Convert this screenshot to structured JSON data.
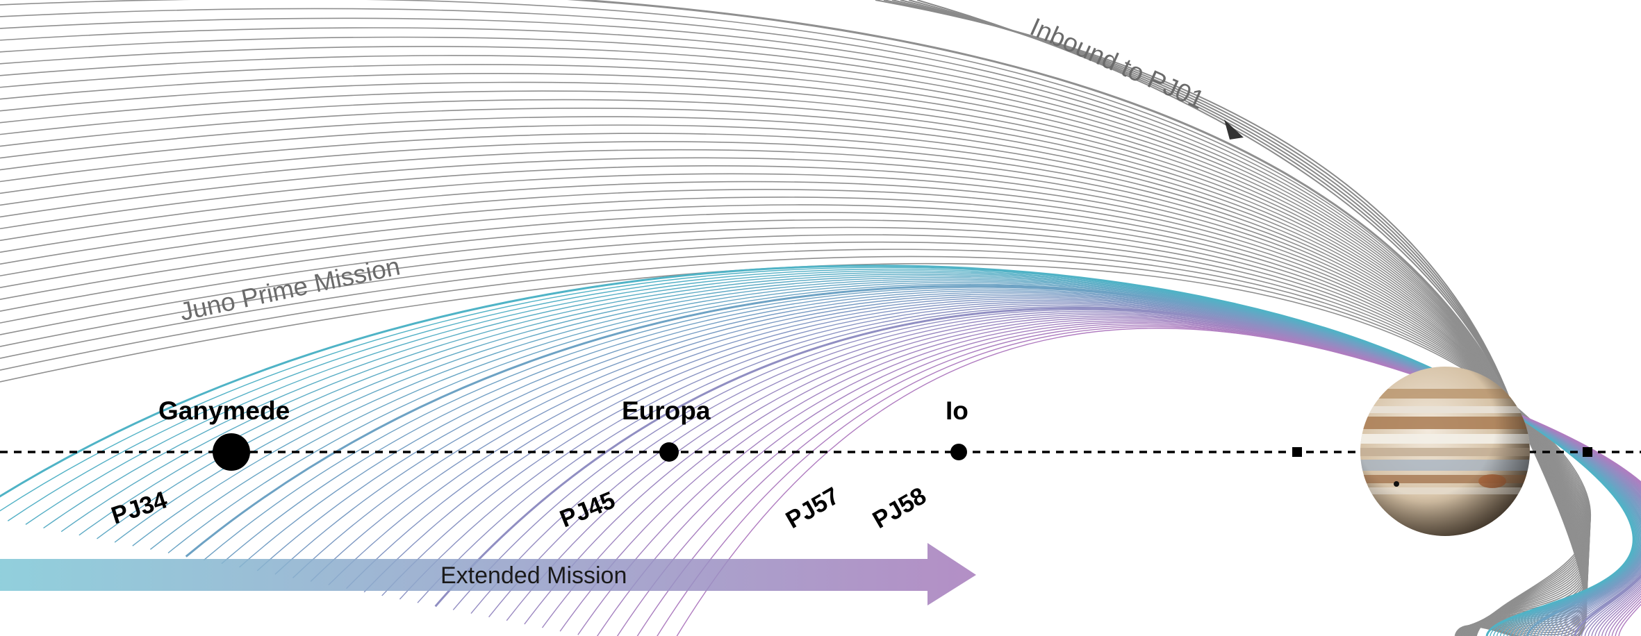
{
  "labels": {
    "inbound": "Inbound to PJ01",
    "prime": "Juno Prime Mission",
    "extended": "Extended Mission"
  },
  "moons": [
    {
      "name": "Ganymede"
    },
    {
      "name": "Europa"
    },
    {
      "name": "Io"
    }
  ],
  "perijoves": [
    "PJ34",
    "PJ45",
    "PJ57",
    "PJ58"
  ],
  "colors": {
    "prime_orbit": "#8f8f8f",
    "inbound_orbit": "#8a8a8a",
    "extended_early": "#4fb3c6",
    "extended_late": "#b07cc0",
    "arrow_start": "#7ec7d6",
    "arrow_end": "#a67bbb"
  },
  "planet": "Jupiter"
}
